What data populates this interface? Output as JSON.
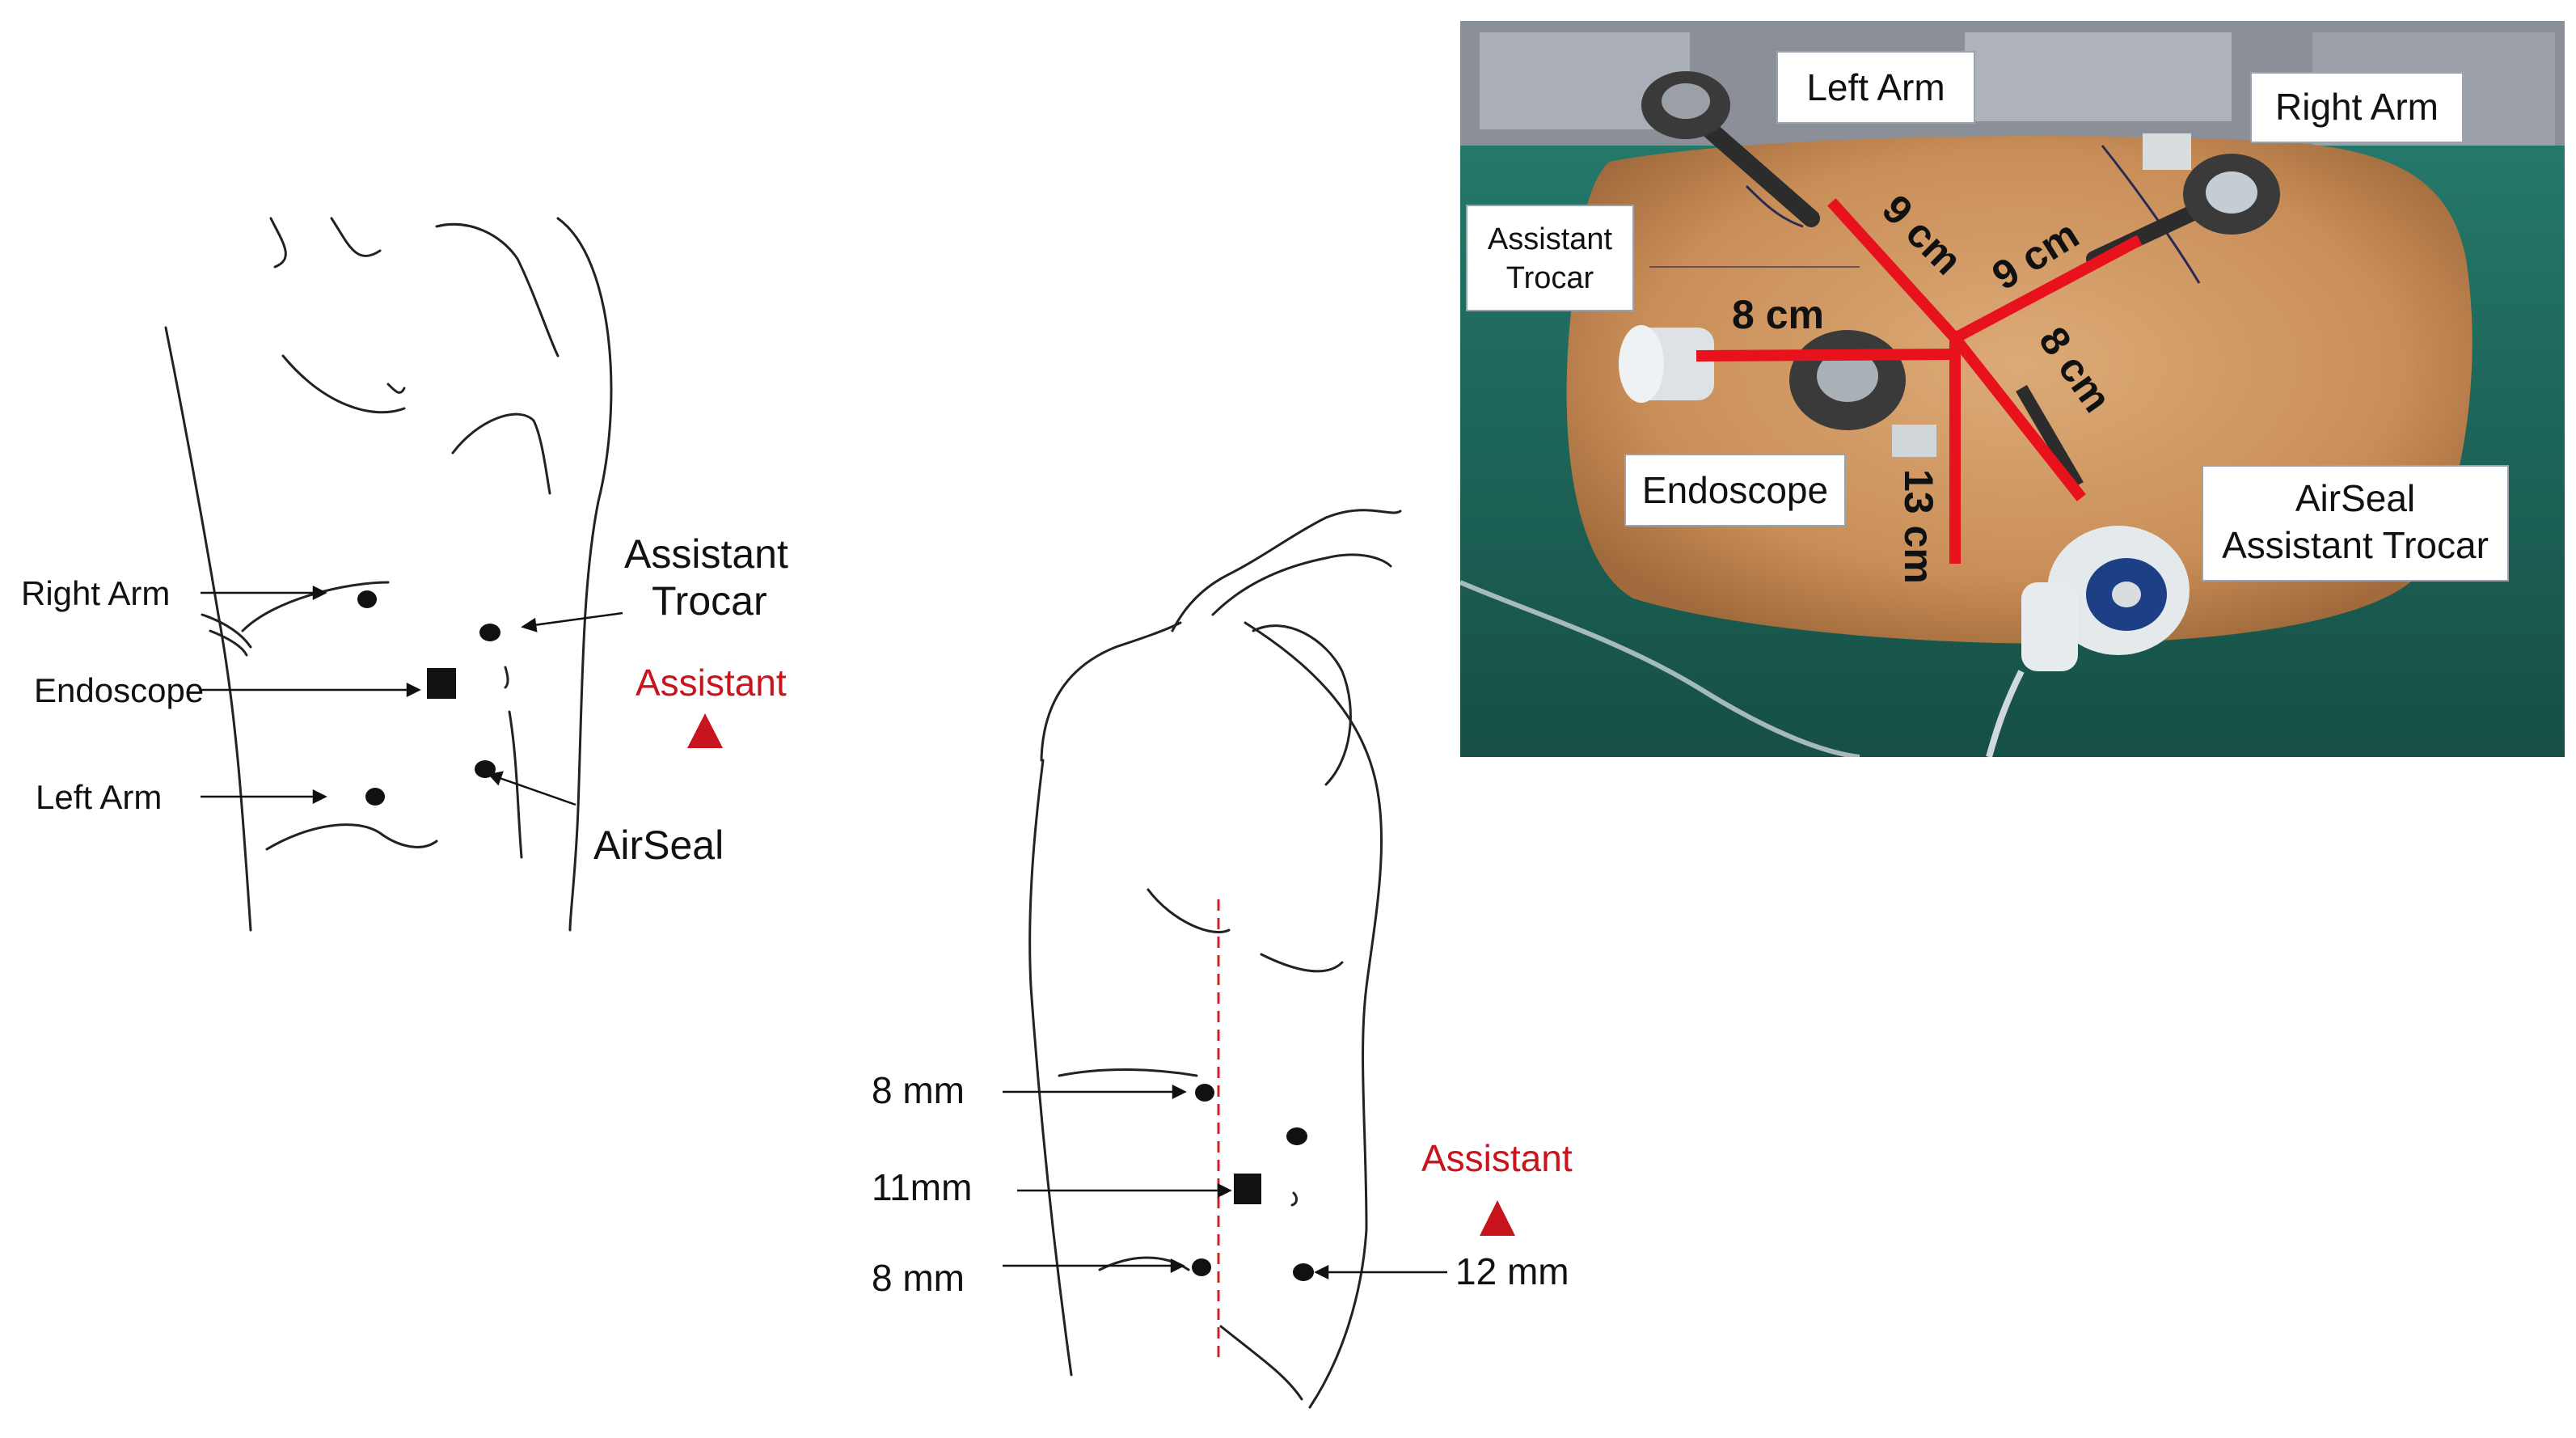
{
  "left_diagram": {
    "labels": {
      "right_arm": "Right Arm",
      "endoscope": "Endoscope",
      "left_arm": "Left Arm",
      "assistant_trocar_line1": "Assistant",
      "assistant_trocar_line2": "Trocar",
      "airseal": "AirSeal",
      "assistant": "Assistant"
    }
  },
  "center_diagram": {
    "labels": {
      "top_port": "8 mm",
      "middle_port": "11mm",
      "bottom_port": "8 mm",
      "assistant_port": "12 mm",
      "assistant": "Assistant"
    }
  },
  "photo": {
    "boxes": {
      "left_arm": "Left Arm",
      "right_arm": "Right Arm",
      "assistant_trocar_line1": "Assistant",
      "assistant_trocar_line2": "Trocar",
      "endoscope": "Endoscope",
      "airseal_line1": "AirSeal",
      "airseal_line2": "Assistant Trocar"
    },
    "measurements": {
      "to_left_arm": "9 cm",
      "to_right_arm": "9 cm",
      "to_endoscope": "8 cm",
      "to_airseal": "8 cm",
      "downward": "13 cm"
    }
  },
  "colors": {
    "assistant_red": "#c8141c",
    "measure_line_red": "#e8121c",
    "drape_green": "#1f6b5c",
    "skin": "#d9a06a"
  }
}
